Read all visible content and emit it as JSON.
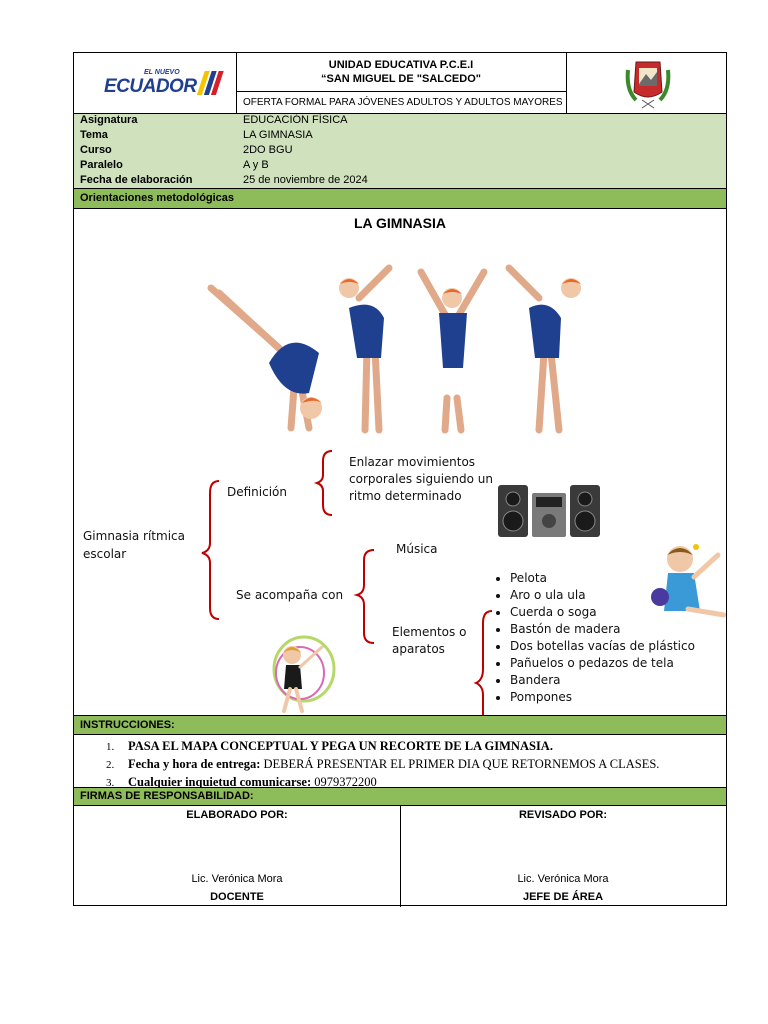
{
  "header": {
    "logo_small": "EL NUEVO",
    "logo_main": "ECUADOR",
    "school_line1": "UNIDAD EDUCATIVA P.C.E.I",
    "school_line2": "“SAN MIGUEL DE \"SALCEDO\"",
    "offer": "OFERTA FORMAL PARA JÓVENES ADULTOS Y ADULTOS MAYORES"
  },
  "info": [
    {
      "label": "Asignatura",
      "value": "EDUCACIÓN FÍSICA"
    },
    {
      "label": "Tema",
      "value": "LA GIMNASIA"
    },
    {
      "label": "Curso",
      "value": "2DO BGU"
    },
    {
      "label": "Paralelo",
      "value": "A y B"
    },
    {
      "label": "Fecha de elaboración",
      "value": "25 de noviembre de 2024"
    }
  ],
  "orientaciones_label": "Orientaciones metodológicas",
  "content": {
    "title": "LA GIMNASIA",
    "map": {
      "root": [
        "Gimnasia rítmica",
        "escolar"
      ],
      "definicion": "Definición",
      "definicion_text": [
        "Enlazar movimientos",
        "corporales siguiendo un",
        "ritmo determinado"
      ],
      "acompana": "Se acompaña con",
      "musica": "Música",
      "elementos": [
        "Elementos o",
        "aparatos"
      ],
      "items": [
        "Pelota",
        "Aro o ula ula",
        "Cuerda o soga",
        "Bastón de madera",
        "Dos botellas vacías de plástico",
        "Pañuelos o pedazos de tela",
        "Bandera",
        "Pompones"
      ]
    }
  },
  "instrucciones": {
    "label": "INSTRUCCIONES:",
    "items": [
      {
        "num": "1.",
        "bold": "PASA EL MAPA CONCEPTUAL Y PEGA UN RECORTE DE LA GIMNASIA.",
        "text": ""
      },
      {
        "num": "2.",
        "bold": "Fecha y hora de entrega:",
        "text": " DEBERÁ PRESENTAR EL PRIMER DIA QUE RETORNEMOS A CLASES."
      },
      {
        "num": "3.",
        "bold": "Cualquier inquietud comunicarse:",
        "text": " 0979372200"
      }
    ]
  },
  "firmas": {
    "label": "FIRMAS DE RESPONSABILIDAD:",
    "left": {
      "title": "ELABORADO POR:",
      "name": "Lic. Verónica Mora",
      "role": "DOCENTE"
    },
    "right": {
      "title": "REVISADO POR:",
      "name": "Lic. Verónica Mora",
      "role": "JEFE DE ÁREA"
    }
  },
  "colors": {
    "band_dark": "#8fbc5a",
    "band_light": "#cfe2bd",
    "bracket": "#c00000",
    "leotard": "#1f3f8f"
  }
}
